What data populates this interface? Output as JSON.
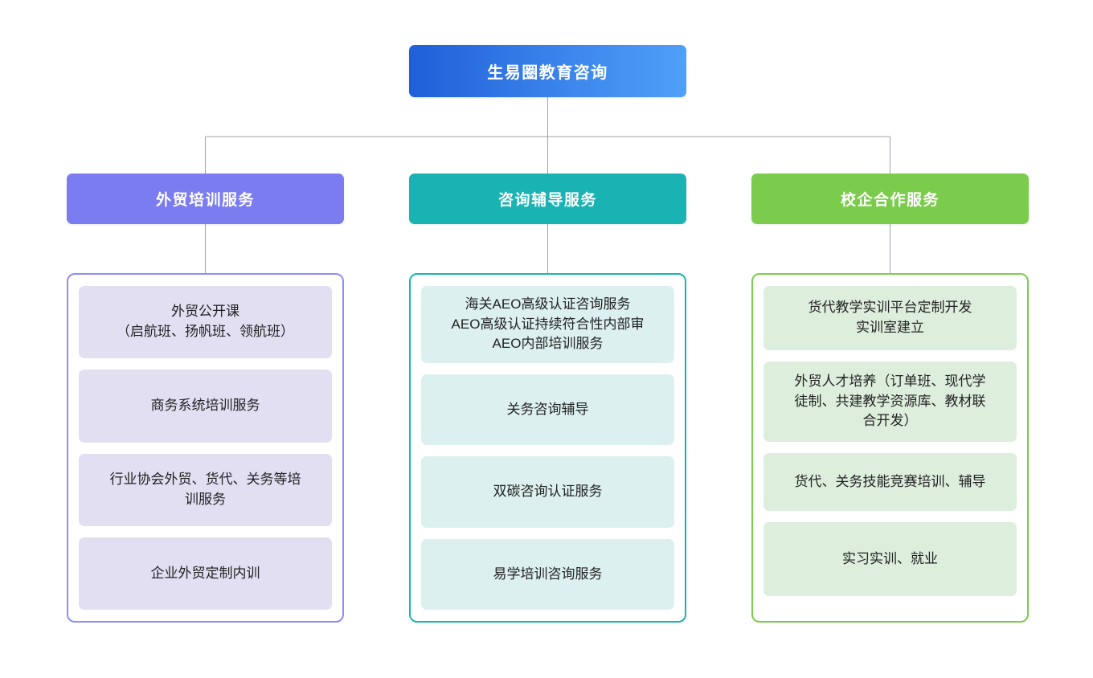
{
  "diagram": {
    "type": "organization-tree",
    "root": {
      "label": "生易圈教育咨询",
      "color_start": "#1f5fd8",
      "color_end": "#4fa0f7"
    },
    "connector_color": "#9aa5b1",
    "branches": [
      {
        "header": "外贸培训服务",
        "color": "#7b7cf0",
        "border_color": "#8d8ef5",
        "card_color": "#e2dff2",
        "items": [
          "外贸公开课\n（启航班、扬帆班、领航班）",
          "商务系统培训服务",
          "行业协会外贸、货代、关务等培\n训服务",
          "企业外贸定制内训"
        ]
      },
      {
        "header": "咨询辅导服务",
        "color": "#1ab3b3",
        "border_color": "#1ab3b3",
        "card_color": "#ddf0f0",
        "items": [
          "海关AEO高级认证咨询服务\nAEO高级认证持续符合性内部审\nAEO内部培训服务",
          "关务咨询辅导",
          "双碳咨询认证服务",
          "易学培训咨询服务"
        ]
      },
      {
        "header": "校企合作服务",
        "color": "#7bcc4c",
        "border_color": "#7bcc4c",
        "card_color": "#ddeedd",
        "items": [
          "货代教学实训平台定制开发\n实训室建立",
          "外贸人才培养（订单班、现代学\n徒制、共建教学资源库、教材联\n合开发）",
          "货代、关务技能竞赛培训、辅导",
          "实习实训、就业"
        ]
      }
    ]
  }
}
